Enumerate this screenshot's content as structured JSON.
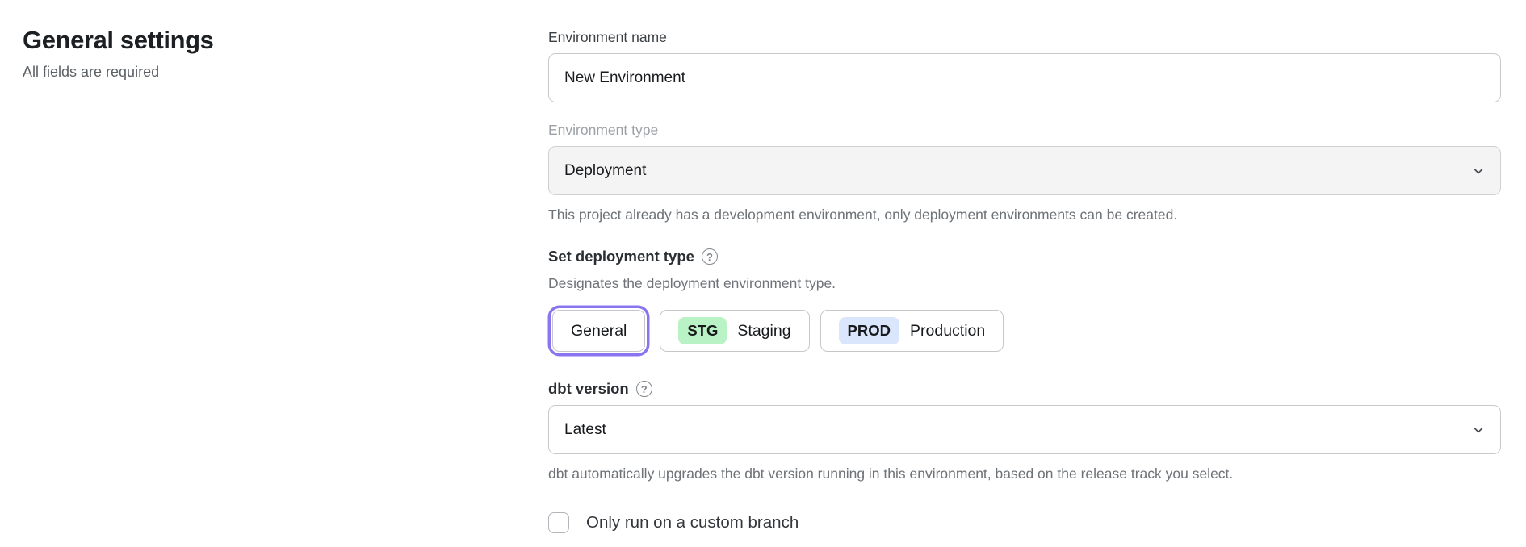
{
  "page": {
    "title": "General settings",
    "subtitle": "All fields are required"
  },
  "form": {
    "environment_name": {
      "label": "Environment name",
      "value": "New Environment"
    },
    "environment_type": {
      "label": "Environment type",
      "value": "Deployment",
      "disabled": true,
      "helper": "This project already has a development environment, only deployment environments can be created."
    },
    "deployment_type": {
      "label": "Set deployment type",
      "helper": "Designates the deployment environment type.",
      "options": [
        {
          "label": "General",
          "badge": "",
          "selected": true
        },
        {
          "label": "Staging",
          "badge": "STG",
          "selected": false
        },
        {
          "label": "Production",
          "badge": "PROD",
          "selected": false
        }
      ]
    },
    "dbt_version": {
      "label": "dbt version",
      "value": "Latest",
      "helper": "dbt automatically upgrades the dbt version running in this environment, based on the release track you select."
    },
    "custom_branch": {
      "label": "Only run on a custom branch",
      "checked": false
    }
  },
  "icons": {
    "help_glyph": "?"
  },
  "colors": {
    "selected_ring": "#8a74f0",
    "badge_staging_bg": "#b9f2c5",
    "badge_production_bg": "#d9e6fb",
    "disabled_field_bg": "#f4f4f5"
  }
}
